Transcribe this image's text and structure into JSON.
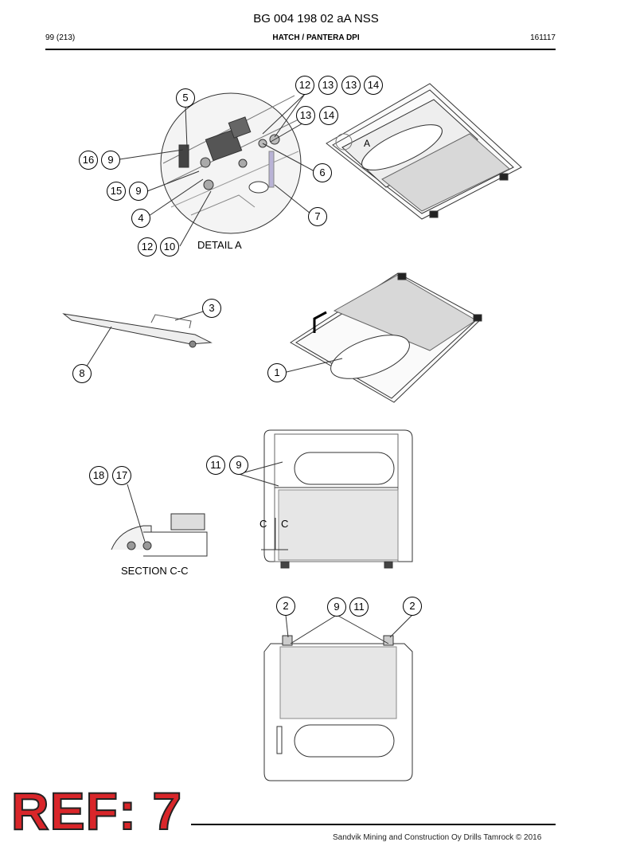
{
  "header": {
    "doc_number": "BG 004 198 02 aA NSS",
    "page": "99 (213)",
    "title": "HATCH / PANTERA DPI",
    "date_code": "161117"
  },
  "labels": {
    "detail": "DETAIL A",
    "section": "SECTION C-C",
    "marker_a": "A",
    "cut_c_left": "C",
    "cut_c_right": "C"
  },
  "callouts": {
    "d1": [
      "12",
      "13",
      "13",
      "14"
    ],
    "d2": [
      "13",
      "14"
    ],
    "d3": [
      "5"
    ],
    "d4": [
      "16",
      "9"
    ],
    "d5": [
      "15",
      "9"
    ],
    "d6": [
      "4"
    ],
    "d7": [
      "6"
    ],
    "d8": [
      "7"
    ],
    "d9": [
      "12",
      "10"
    ],
    "d10": [
      "3"
    ],
    "d11": [
      "8"
    ],
    "d12": [
      "1"
    ],
    "d13": [
      "11",
      "9"
    ],
    "d14": [
      "18",
      "17"
    ],
    "d15": [
      "2"
    ],
    "d16": [
      "9",
      "11"
    ],
    "d17": [
      "2"
    ]
  },
  "stamp": "REF: 7",
  "footer": "Sandvik Mining and Construction Oy Drills Tamrock © 2016"
}
